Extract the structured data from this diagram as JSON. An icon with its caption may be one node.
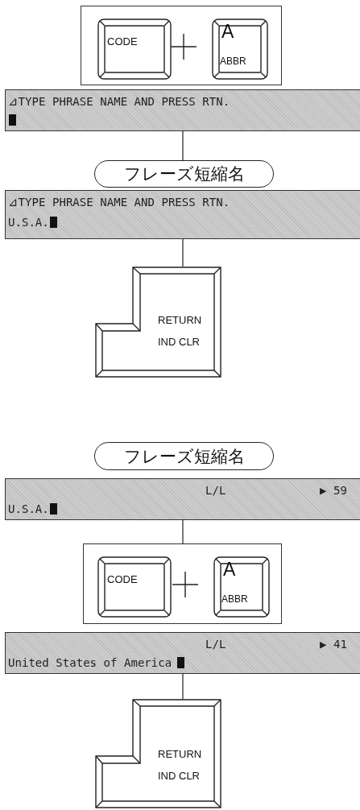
{
  "diagram": {
    "nodes": [
      {
        "text": [],
        "shape": "box"
      },
      {
        "text": [
          "CODE"
        ],
        "in": 0
      },
      {
        "text": [
          "A",
          "ABBR"
        ],
        "in": 0
      },
      {
        "text": [
          "⊿TYPE PHRASE NAME AND PRESS RTN."
        ]
      },
      {
        "text": [
          "フレーズ短縮名"
        ]
      },
      {
        "text": [
          "⊿TYPE PHRASE NAME AND PRESS RTN.",
          "U.S.A."
        ]
      },
      {
        "text": [
          "RETURN",
          "IND CLR"
        ]
      },
      {
        "text": [
          "フレーズ短縮名"
        ]
      },
      {
        "text": [
          "L/L",
          "▶ 59",
          "U.S.A."
        ]
      },
      {
        "text": [],
        "shape": "box"
      },
      {
        "text": [
          "CODE"
        ],
        "in": 9
      },
      {
        "text": [
          "A",
          "ABBR"
        ],
        "in": 9
      },
      {
        "text": [
          "L/L",
          "▶ 41",
          "United States of America"
        ]
      },
      {
        "text": [
          "RETURN",
          "IND CLR"
        ]
      }
    ],
    "edges": [
      {
        "from": 3,
        "to": 4,
        "arrow": "none"
      },
      {
        "from": 5,
        "to": 6,
        "arrow": "none"
      },
      {
        "from": 8,
        "to": 9,
        "arrow": "none"
      },
      {
        "from": 12,
        "to": 13,
        "arrow": "none"
      }
    ]
  }
}
